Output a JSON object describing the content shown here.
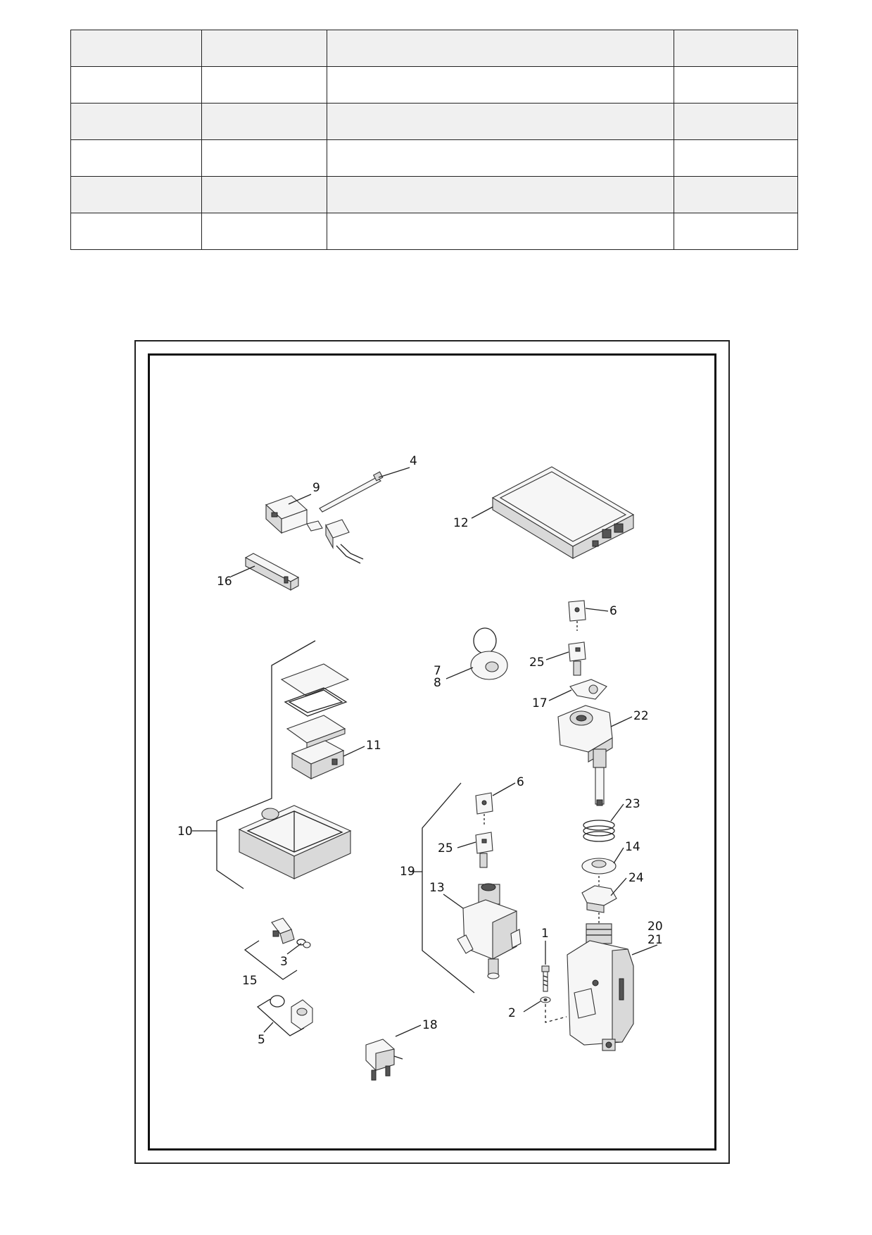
{
  "table": {
    "columns": 4,
    "rows": [
      [
        "",
        "",
        "",
        ""
      ],
      [
        "",
        "",
        "",
        ""
      ],
      [
        "",
        "",
        "",
        ""
      ],
      [
        "",
        "",
        "",
        ""
      ],
      [
        "",
        "",
        "",
        ""
      ],
      [
        "",
        "",
        "",
        ""
      ]
    ]
  },
  "diagram": {
    "callouts": [
      {
        "id": "c4",
        "text": "4"
      },
      {
        "id": "c9",
        "text": "9"
      },
      {
        "id": "c12",
        "text": "12"
      },
      {
        "id": "c16",
        "text": "16"
      },
      {
        "id": "c6a",
        "text": "6"
      },
      {
        "id": "c25a",
        "text": "25"
      },
      {
        "id": "c7",
        "text": "7"
      },
      {
        "id": "c8",
        "text": "8"
      },
      {
        "id": "c17",
        "text": "17"
      },
      {
        "id": "c22",
        "text": "22"
      },
      {
        "id": "c11",
        "text": "11"
      },
      {
        "id": "c6b",
        "text": "6"
      },
      {
        "id": "c23",
        "text": "23"
      },
      {
        "id": "c10",
        "text": "10"
      },
      {
        "id": "c25b",
        "text": "25"
      },
      {
        "id": "c14",
        "text": "14"
      },
      {
        "id": "c19",
        "text": "19"
      },
      {
        "id": "c13",
        "text": "13"
      },
      {
        "id": "c24",
        "text": "24"
      },
      {
        "id": "c1",
        "text": "1"
      },
      {
        "id": "c20",
        "text": "20"
      },
      {
        "id": "c21",
        "text": "21"
      },
      {
        "id": "c3",
        "text": "3"
      },
      {
        "id": "c15",
        "text": "15"
      },
      {
        "id": "c2",
        "text": "2"
      },
      {
        "id": "c5",
        "text": "5"
      },
      {
        "id": "c18",
        "text": "18"
      }
    ]
  }
}
